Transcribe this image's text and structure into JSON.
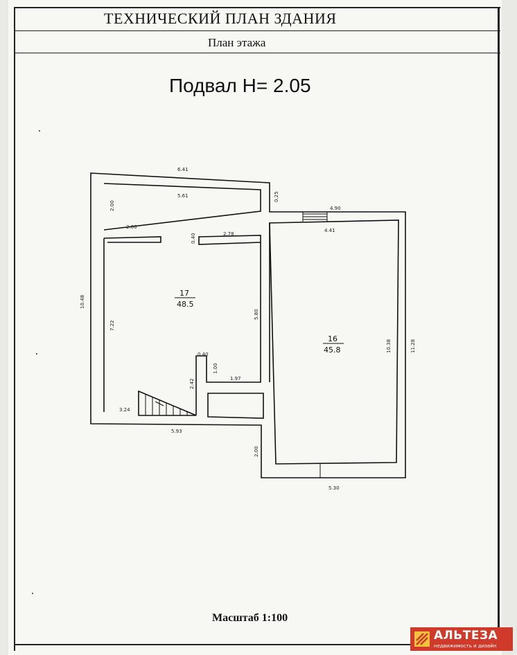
{
  "header": {
    "title": "ТЕХНИЧЕСКИЙ ПЛАН ЗДАНИЯ",
    "subtitle": "План этажа"
  },
  "level_label": "Подвал  H= 2.05",
  "rooms": [
    {
      "number": "17",
      "area": "48.5"
    },
    {
      "number": "16",
      "area": "45.8"
    }
  ],
  "dimensions": {
    "top_outer": "6.41",
    "top_inner": "5.61",
    "left_outer": "10.48",
    "left_inner": "7.22",
    "upper_left_height": "2.00",
    "upper_left_wall": "2.00",
    "opening_left": "0.40",
    "upper_right_wall": "2.78",
    "step_height": "0.25",
    "right_top_outer": "4.90",
    "right_top_inner": "4.41",
    "partition_height": "5.80",
    "right_inner_height": "10.38",
    "right_outer_height": "11.28",
    "partition_thickness": "0.40",
    "partition_segment": "1.00",
    "short_wall": "1.97",
    "partition_lower": "2.42",
    "stair_width": "3.24",
    "bottom_left_outer": "5.93",
    "step_lower": "2.00",
    "bottom_right_outer": "5.30"
  },
  "scale_label": "Масштаб 1:100",
  "logo": {
    "name": "АЛЬТЕЗА",
    "tagline": "недвижимость и дизайн",
    "color": "#cf3a2b"
  }
}
